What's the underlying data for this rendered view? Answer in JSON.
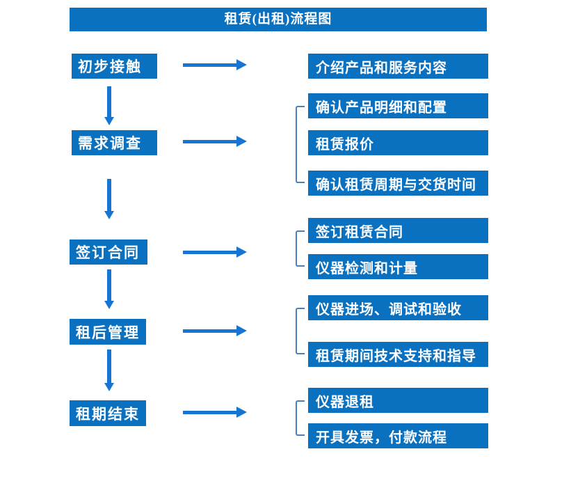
{
  "title": "租赁(出租)流程图",
  "steps": [
    {
      "label": "初步接触",
      "details": [
        "介绍产品和服务内容"
      ]
    },
    {
      "label": "需求调查",
      "details": [
        "确认产品明细和配置",
        "租赁报价",
        "确认租赁周期与交货时间"
      ]
    },
    {
      "label": "签订合同",
      "details": [
        "签订租赁合同",
        "仪器检测和计量"
      ]
    },
    {
      "label": "租后管理",
      "details": [
        "仪器进场、调试和验收",
        "租赁期间技术支持和指导"
      ]
    },
    {
      "label": "租期结束",
      "details": [
        "仪器退租",
        "开具发票，付款流程"
      ]
    }
  ],
  "colors": {
    "box_blue": "#0a70c0",
    "arrow_blue": "#1675d2",
    "bracket_blue": "#4a80c2",
    "text_white": "#ffffff",
    "background": "#ffffff"
  }
}
